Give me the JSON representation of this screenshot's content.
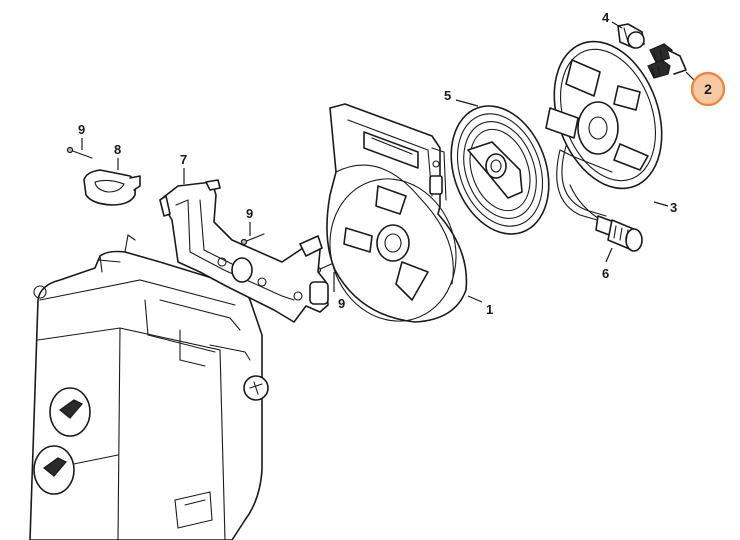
{
  "callouts": {
    "c1": "1",
    "c2": "2",
    "c3": "3",
    "c4": "4",
    "c5": "5",
    "c6": "6",
    "c7": "7",
    "c8": "8",
    "c9a": "9",
    "c9b": "9",
    "c9c": "9"
  },
  "highlight": {
    "color_fill": "#f7c9a3",
    "color_stroke": "#e8874a"
  }
}
